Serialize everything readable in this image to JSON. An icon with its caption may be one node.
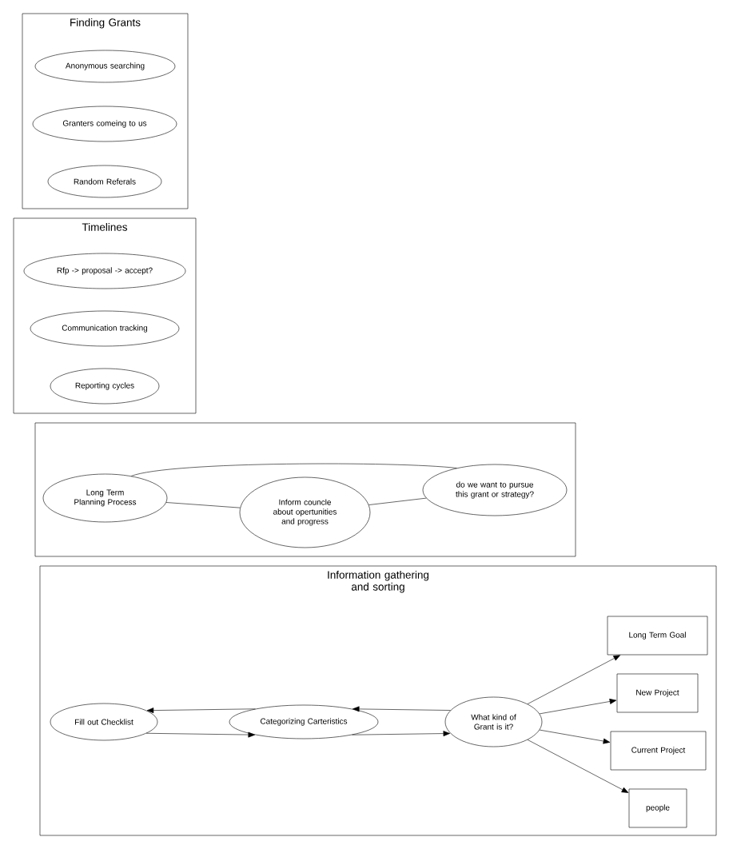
{
  "diagram": {
    "nodes": [
      {
        "text": [
          "Finding Grants"
        ]
      },
      {
        "text": [
          "Anonymous searching"
        ],
        "in": 0
      },
      {
        "text": [
          "Granters comeing to us"
        ],
        "in": 0
      },
      {
        "text": [
          "Random Referals"
        ],
        "in": 0
      },
      {
        "text": [
          "Timelines"
        ]
      },
      {
        "text": [
          "Rfp -> proposal -> accept?"
        ],
        "in": 4
      },
      {
        "text": [
          "Communication tracking"
        ],
        "in": 4
      },
      {
        "text": [
          "Reporting cycles"
        ],
        "in": 4
      },
      {
        "text": [],
        "shape": "box"
      },
      {
        "text": [
          "Long Term Planning Process"
        ],
        "in": 8
      },
      {
        "text": [
          "Inform councle about opertunities and progress"
        ],
        "in": 8
      },
      {
        "text": [
          "do we want to pursue this grant or strategy?"
        ],
        "in": 8
      },
      {
        "text": [
          "Information gathering and sorting"
        ]
      },
      {
        "text": [
          "Fill out Checklist"
        ],
        "in": 12
      },
      {
        "text": [
          "Categorizing Carteristics"
        ],
        "in": 12
      },
      {
        "text": [
          "What kind of Grant is it?"
        ],
        "in": 12
      },
      {
        "text": [
          "Long Term Goal"
        ],
        "in": 12
      },
      {
        "text": [
          "New Project"
        ],
        "in": 12
      },
      {
        "text": [
          "Current Project"
        ],
        "in": 12
      },
      {
        "text": [
          "people"
        ],
        "in": 12
      }
    ],
    "edges": [
      {
        "from": 9,
        "to": 11,
        "arrow": "none"
      },
      {
        "from": 9,
        "to": 10,
        "arrow": "none"
      },
      {
        "from": 10,
        "to": 11,
        "arrow": "none"
      },
      {
        "from": 14,
        "to": 13,
        "arrow": "to"
      },
      {
        "from": 13,
        "to": 14,
        "arrow": "to"
      },
      {
        "from": 15,
        "to": 14,
        "arrow": "to"
      },
      {
        "from": 14,
        "to": 15,
        "arrow": "to"
      },
      {
        "from": 15,
        "to": 16,
        "arrow": "to"
      },
      {
        "from": 15,
        "to": 17,
        "arrow": "to"
      },
      {
        "from": 15,
        "to": 18,
        "arrow": "to"
      },
      {
        "from": 15,
        "to": 19,
        "arrow": "to"
      }
    ]
  }
}
